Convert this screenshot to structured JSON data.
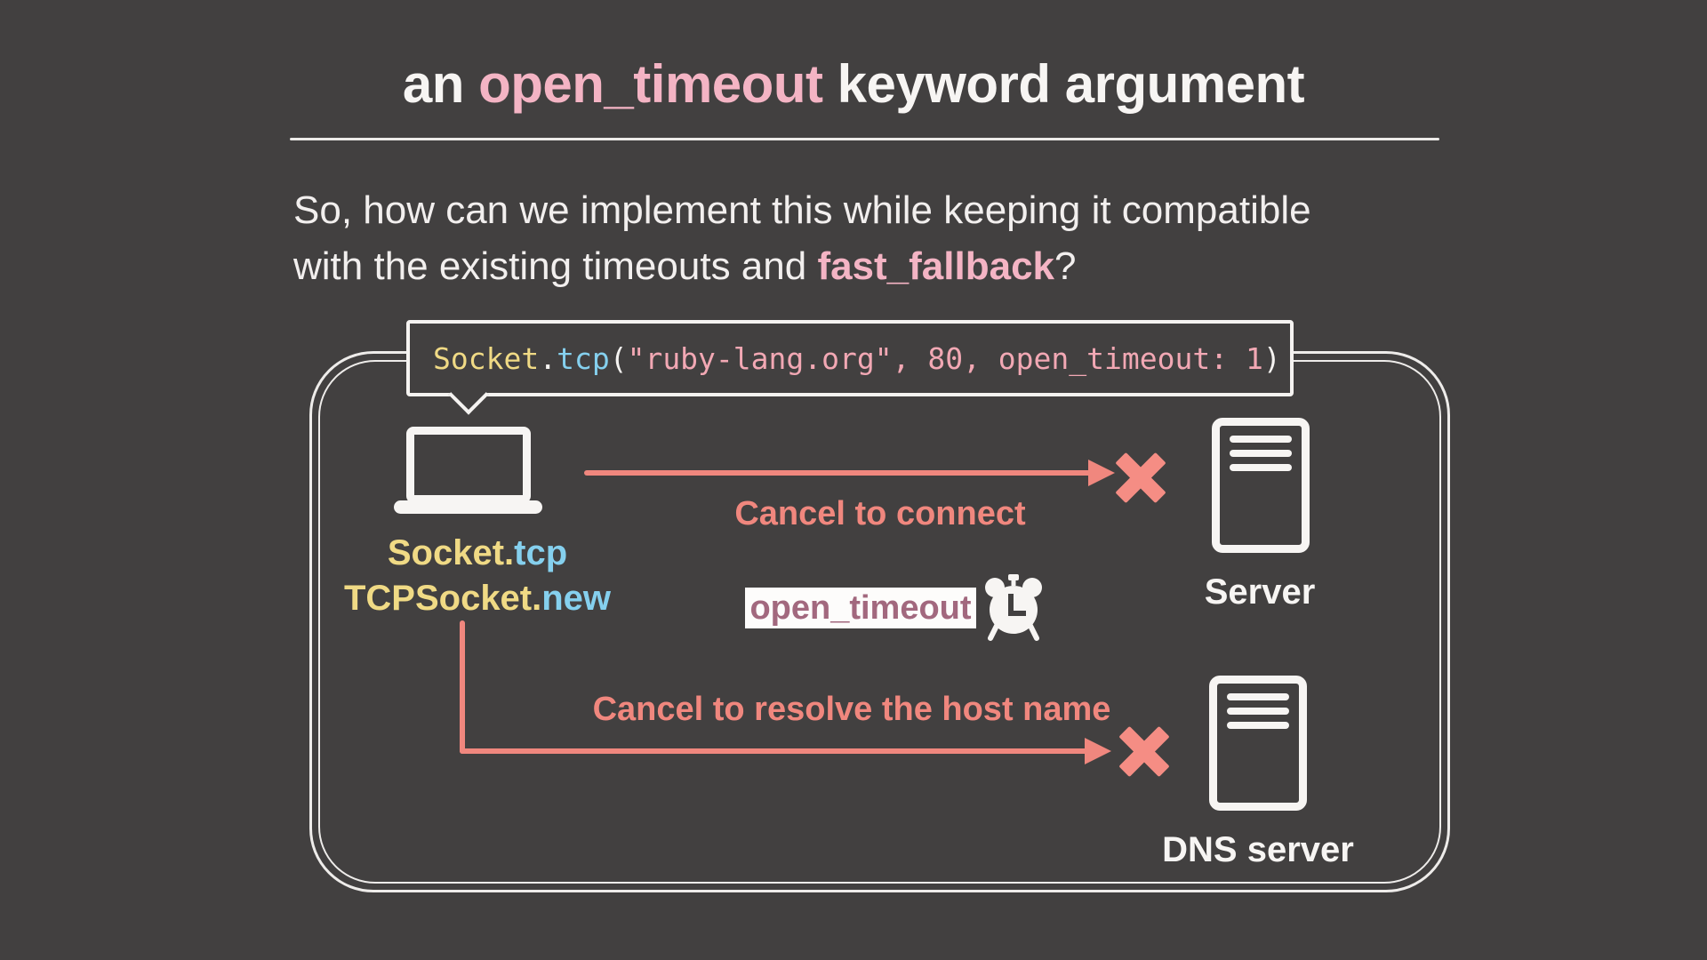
{
  "slide": {
    "title": {
      "prefix": "an ",
      "highlight": "open_timeout",
      "suffix": " keyword argument"
    },
    "subtitle": {
      "line1": "So, how can we implement this while keeping it compatible",
      "line2_prefix": "with the existing timeouts and ",
      "line2_highlight": "fast_fallback",
      "line2_suffix": "?"
    },
    "code_bubble": {
      "receiver": "Socket",
      "dot": ".",
      "method": "tcp",
      "paren_open": "(",
      "args": "\"ruby-lang.org\", 80, open_timeout: 1",
      "paren_close": ")"
    },
    "client": {
      "label1_base": "Socket.",
      "label1_method": "tcp",
      "label2_base": "TCPSocket.",
      "label2_method": "new"
    },
    "connect_flow": {
      "label": "Cancel to connect"
    },
    "resolve_flow": {
      "label": "Cancel to resolve the host name"
    },
    "timeout_badge": {
      "label": "open_timeout"
    },
    "server": {
      "label": "Server"
    },
    "dns_server": {
      "label": "DNS server"
    },
    "icons": {
      "laptop": "laptop-icon",
      "server": "server-icon",
      "dns_server": "server-icon",
      "clock": "alarm-clock-icon",
      "fail": "x-mark-icon"
    },
    "colors": {
      "background": "#424040",
      "foreground": "#f7f5f3",
      "accent_pink": "#f4b4c4",
      "accent_salmon": "#f0877e",
      "code_yellow": "#f0da85",
      "code_cyan": "#85d0ee",
      "code_pink": "#f2a8b4",
      "badge_text": "#a2687e",
      "badge_background": "#fdfcfb"
    }
  }
}
